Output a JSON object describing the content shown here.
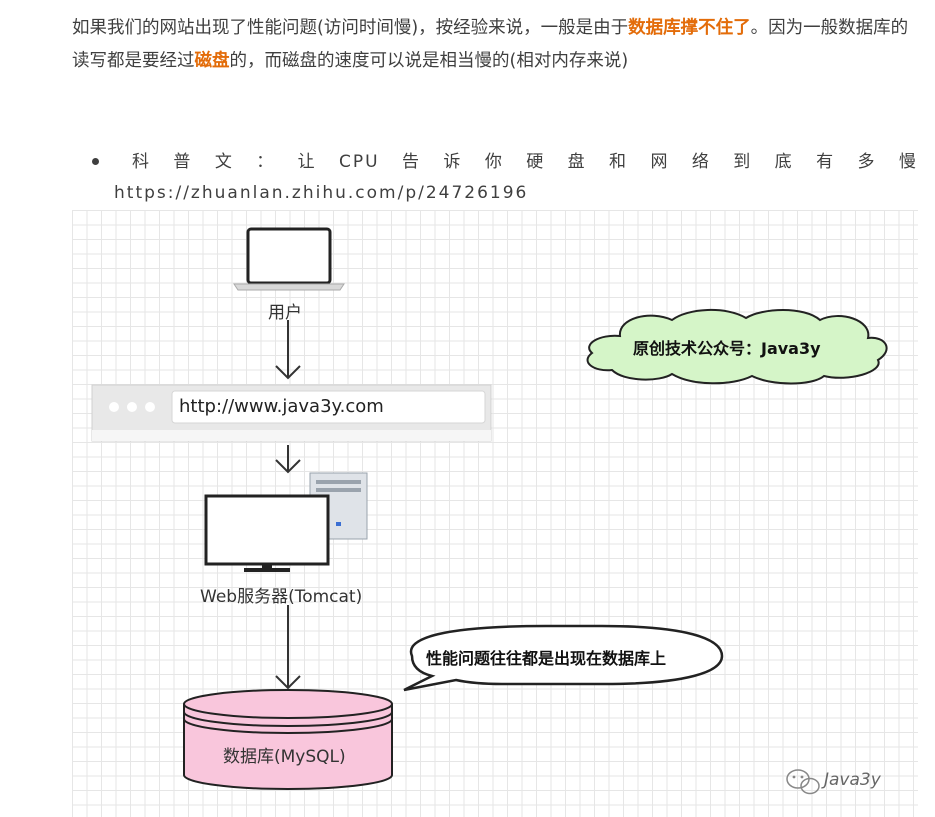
{
  "intro": {
    "part1": "如果我们的网站出现了性能问题(访问时间慢)，按经验来说，一般是由于",
    "highlight1": "数据库撑不住了",
    "part2": "。因为一般数据库的读写都是要经过",
    "highlight2": "磁盘",
    "part3": "的，而磁盘的速度可以说是相当慢的(相对内存来说)"
  },
  "bullet": {
    "words": [
      "科",
      "普",
      "文",
      "：",
      "让",
      "CPU",
      "告",
      "诉",
      "你",
      "硬",
      "盘",
      "和",
      "网",
      "络",
      "到",
      "底",
      "有",
      "多",
      "慢"
    ],
    "url": "https://zhuanlan.zhihu.com/p/24726196"
  },
  "diagram": {
    "user_label": "用户",
    "url_text": "http://www.java3y.com",
    "server_label": "Web服务器(Tomcat)",
    "db_label": "数据库(MySQL)",
    "cloud_text": "原创技术公众号：Java3y",
    "callout_text": "性能问题往往都是出现在数据库上",
    "watermark": "Java3y",
    "colors": {
      "highlight": "#e36c09",
      "cloud_fill": "#d5f5c8",
      "db_fill": "#f9c6dc",
      "grid": "#e6e6e6"
    }
  }
}
